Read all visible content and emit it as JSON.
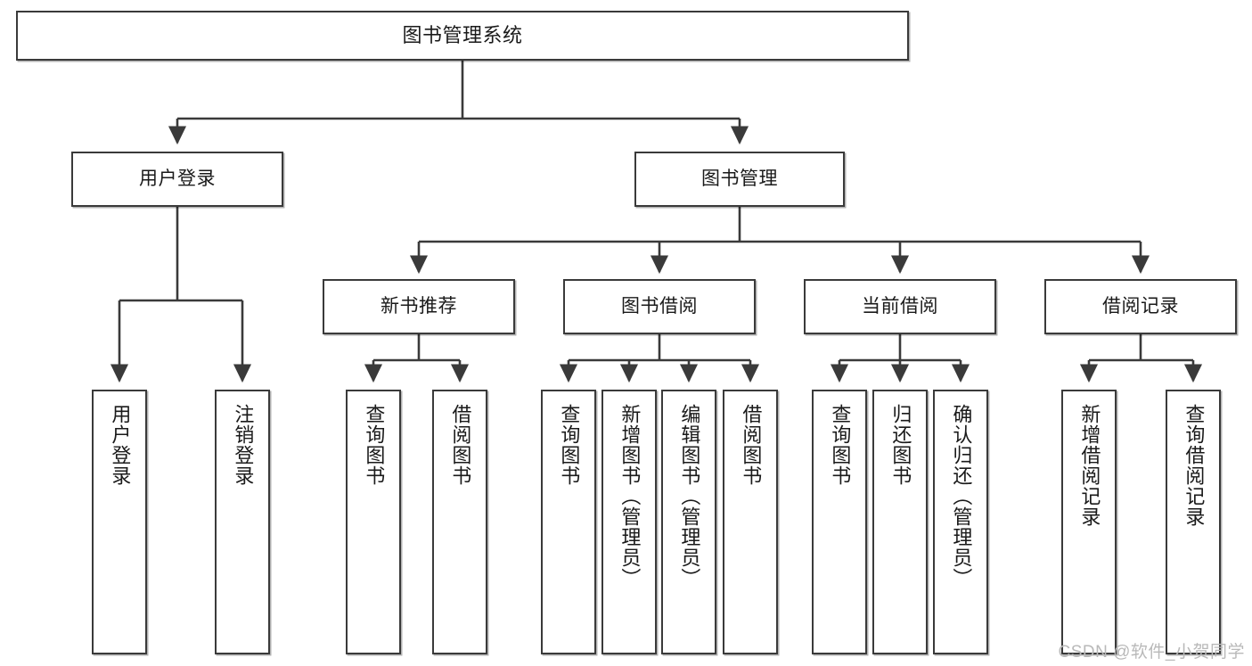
{
  "diagram": {
    "title": "图书管理系统",
    "type": "hierarchy-tree",
    "levels": 4,
    "nodes": {
      "root": {
        "label": "图书管理系统"
      },
      "level1": [
        {
          "id": "user-login",
          "label": "用户登录"
        },
        {
          "id": "book-management",
          "label": "图书管理"
        }
      ],
      "level2": [
        {
          "id": "new-book-recommend",
          "label": "新书推荐",
          "parent": "book-management"
        },
        {
          "id": "book-borrow",
          "label": "图书借阅",
          "parent": "book-management"
        },
        {
          "id": "current-borrow",
          "label": "当前借阅",
          "parent": "book-management"
        },
        {
          "id": "borrow-record",
          "label": "借阅记录",
          "parent": "book-management"
        }
      ],
      "leaves": [
        {
          "id": "leaf-user-login",
          "label": "用户登录",
          "parent": "user-login"
        },
        {
          "id": "leaf-logout-login",
          "label": "注销登录",
          "parent": "user-login"
        },
        {
          "id": "leaf-query-book-1",
          "label": "查询图书",
          "parent": "new-book-recommend"
        },
        {
          "id": "leaf-borrow-book-1",
          "label": "借阅图书",
          "parent": "new-book-recommend"
        },
        {
          "id": "leaf-query-book-2",
          "label": "查询图书",
          "parent": "book-borrow"
        },
        {
          "id": "leaf-add-book",
          "label": "新增图书（管理员）",
          "parent": "book-borrow"
        },
        {
          "id": "leaf-edit-book",
          "label": "编辑图书（管理员）",
          "parent": "book-borrow"
        },
        {
          "id": "leaf-borrow-book-2",
          "label": "借阅图书",
          "parent": "book-borrow"
        },
        {
          "id": "leaf-query-book-3",
          "label": "查询图书",
          "parent": "current-borrow"
        },
        {
          "id": "leaf-return-book",
          "label": "归还图书",
          "parent": "current-borrow"
        },
        {
          "id": "leaf-confirm-return",
          "label": "确认归还（管理员）",
          "parent": "current-borrow"
        },
        {
          "id": "leaf-add-record",
          "label": "新增借阅记录",
          "parent": "borrow-record"
        },
        {
          "id": "leaf-query-record",
          "label": "查询借阅记录",
          "parent": "borrow-record"
        }
      ]
    },
    "watermark": "CSDN @软件_小贺同学",
    "colors": {
      "stroke": "#3a3a3a",
      "fill": "#ffffff",
      "text": "#1a1a1a",
      "watermark": "#b9b9b9"
    }
  }
}
